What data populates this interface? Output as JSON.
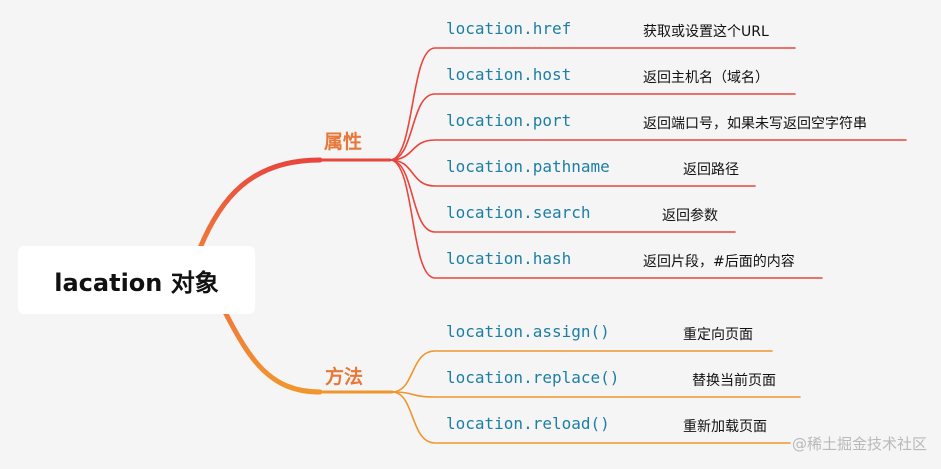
{
  "root": {
    "title": "lacation 对象"
  },
  "branches": {
    "properties": {
      "label": "属性",
      "color": "#e8463c",
      "items": [
        {
          "code": "location.href",
          "desc": "获取或设置这个URL"
        },
        {
          "code": "location.host",
          "desc": "返回主机名（域名）"
        },
        {
          "code": "location.port",
          "desc": "返回端口号，如果未写返回空字符串"
        },
        {
          "code": "location.pathname",
          "desc": "返回路径"
        },
        {
          "code": "location.search",
          "desc": "返回参数"
        },
        {
          "code": "location.hash",
          "desc": "返回片段，#后面的内容"
        }
      ]
    },
    "methods": {
      "label": "方法",
      "color": "#f0962c",
      "items": [
        {
          "code": "location.assign()",
          "desc": "重定向页面"
        },
        {
          "code": "location.replace()",
          "desc": "替换当前页面"
        },
        {
          "code": "location.reload()",
          "desc": "重新加载页面"
        }
      ]
    }
  },
  "watermark": "@稀土掘金技术社区"
}
